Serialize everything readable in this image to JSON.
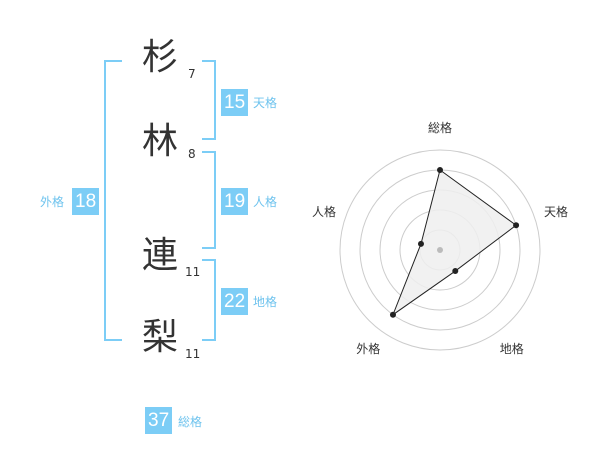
{
  "name": {
    "chars": [
      {
        "char": "杉",
        "strokes": "7"
      },
      {
        "char": "林",
        "strokes": "8"
      },
      {
        "char": "連",
        "strokes": "11"
      },
      {
        "char": "梨",
        "strokes": "11"
      }
    ]
  },
  "fortunes": {
    "tenkaku": {
      "value": "15",
      "label": "天格"
    },
    "jinkaku": {
      "value": "19",
      "label": "人格"
    },
    "chikaku": {
      "value": "22",
      "label": "地格"
    },
    "gaikaku": {
      "value": "18",
      "label": "外格"
    },
    "soukaku": {
      "value": "37",
      "label": "総格"
    }
  },
  "colors": {
    "accent": "#7ccdf6",
    "text": "#333333",
    "grid": "#cccccc"
  },
  "chart_data": {
    "type": "radar",
    "axes": [
      "総格",
      "天格",
      "地格",
      "外格",
      "人格"
    ],
    "rings": 5,
    "values": [
      4.0,
      4.0,
      1.3,
      4.0,
      1.0
    ],
    "max": 5
  }
}
